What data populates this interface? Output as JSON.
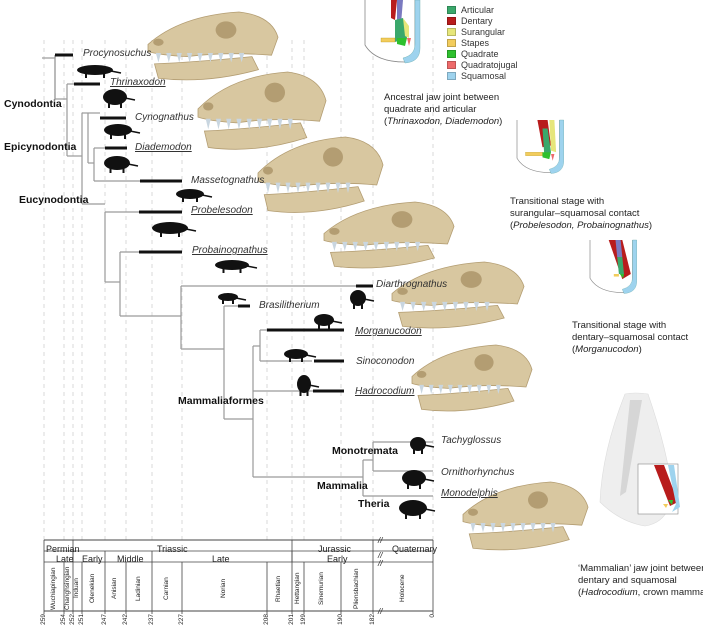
{
  "clades": {
    "cynodontia": "Cynodontia",
    "epicynodontia": "Epicynodontia",
    "eucynodontia": "Eucynodontia",
    "mammaliaformes": "Mammaliaformes",
    "monotremata": "Monotremata",
    "mammalia": "Mammalia",
    "theria": "Theria"
  },
  "taxa": [
    {
      "name": "Procynosuchus",
      "underlined": false
    },
    {
      "name": "Thrinaxodon",
      "underlined": true
    },
    {
      "name": "Cynognathus",
      "underlined": false
    },
    {
      "name": "Diademodon",
      "underlined": true
    },
    {
      "name": "Massetognathus",
      "underlined": false
    },
    {
      "name": "Probelesodon",
      "underlined": true
    },
    {
      "name": "Probainognathus",
      "underlined": true
    },
    {
      "name": "Diarthrognathus",
      "underlined": false
    },
    {
      "name": "Brasilitherium",
      "underlined": false
    },
    {
      "name": "Morganucodon",
      "underlined": true
    },
    {
      "name": "Sinoconodon",
      "underlined": false
    },
    {
      "name": "Hadrocodium",
      "underlined": true
    },
    {
      "name": "Tachyglossus",
      "underlined": false
    },
    {
      "name": "Ornithorhynchus",
      "underlined": false
    },
    {
      "name": "Monodelphis",
      "underlined": true
    }
  ],
  "legend": [
    {
      "label": "Articular",
      "color": "#3aa86b"
    },
    {
      "label": "Dentary",
      "color": "#b81c1c"
    },
    {
      "label": "Surangular",
      "color": "#e6e67a"
    },
    {
      "label": "Stapes",
      "color": "#f2cc5c"
    },
    {
      "label": "Quadrate",
      "color": "#2ec02e"
    },
    {
      "label": "Quadratojugal",
      "color": "#ee6a6a"
    },
    {
      "label": "Squamosal",
      "color": "#9ed3ee"
    }
  ],
  "captions": {
    "c1": {
      "line1": "Ancestral jaw joint between",
      "line2": "quadrate and articular",
      "open": "(",
      "italic": "Thrinaxodon, Diademodon",
      "close": ")"
    },
    "c2": {
      "line1": "Transitional stage with",
      "line2": "surangular–squamosal contact",
      "open": "(",
      "italic": "Probelesodon, Probainognathus",
      "close": ")"
    },
    "c3": {
      "line1": "Transitional stage with",
      "line2": "dentary–squamosal contact",
      "open": "(",
      "italic": "Morganucodon",
      "close": ")"
    },
    "c4": {
      "line1": "‘Mammalian’ jaw joint between",
      "line2": "dentary and squamosal",
      "open": "(",
      "italic": "Hadrocodium",
      "close": ", crown mammals)"
    }
  },
  "timescale": {
    "periods": [
      "Permian",
      "Triassic",
      "Jurassic",
      "Quaternary"
    ],
    "epochs": [
      "Late",
      "Early",
      "Middle",
      "Late",
      "Early"
    ],
    "stages": [
      "Wuchiapingian",
      "Changhsingian",
      "Induan",
      "Olenekian",
      "Anisian",
      "Ladinian",
      "Carnian",
      "Norian",
      "Rhaetian",
      "Hettangian",
      "Sinemurian",
      "Pliensbachian",
      "Holocene"
    ],
    "ages": [
      "259",
      "254",
      "252",
      "251",
      "247",
      "242",
      "237",
      "227",
      "208",
      "201",
      "199",
      "190",
      "182",
      "0"
    ],
    "break_mark": "//"
  },
  "colors": {
    "bone": "#d8c7a0",
    "bone_shade": "#b39d72",
    "teeth": "#c9d6e0",
    "tree_line": "#9a9a9a",
    "range_bar": "#111111",
    "dashed": "#cfcfcf"
  }
}
